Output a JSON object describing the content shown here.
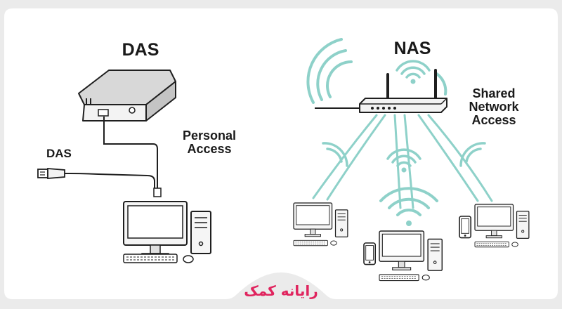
{
  "diagram": {
    "das_title": "DAS",
    "nas_title": "NAS",
    "das_usb_label": "DAS",
    "personal_access": [
      "Personal",
      "Access"
    ],
    "shared_access": [
      "Shared",
      "Network",
      "Access"
    ],
    "brand": "رایانه کمک"
  },
  "colors": {
    "background": "#ebebeb",
    "card": "#ffffff",
    "wifi": "#8ed1c9",
    "device_fill": "#f3f3f3",
    "outline": "#1f1f1f",
    "brand": "#e0245e"
  },
  "icons": [
    "hard-drive-icon",
    "usb-plug-icon",
    "desktop-pc-icon",
    "router-icon",
    "wifi-icon",
    "smartphone-icon"
  ]
}
